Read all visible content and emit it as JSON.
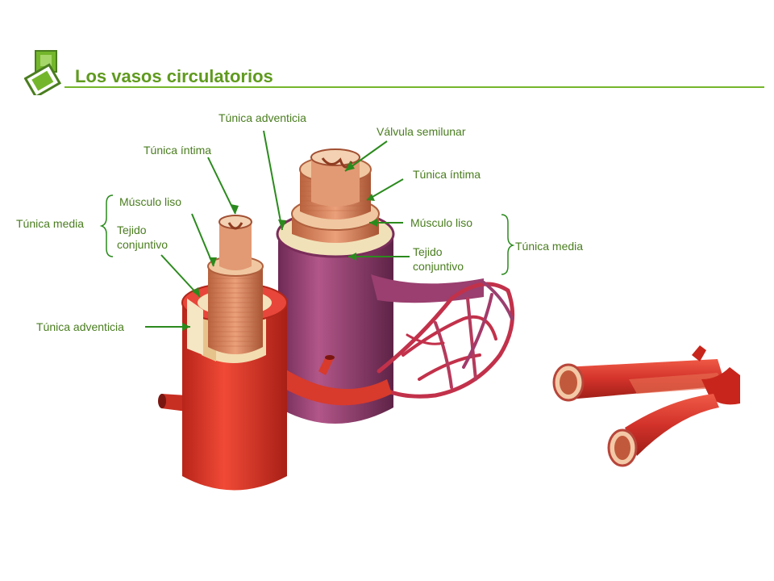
{
  "title": "Los vasos circulatorios",
  "labels": {
    "tunica_adventicia_top": "Túnica adventicia",
    "valvula_semilunar": "Válvula semilunar",
    "tunica_intima_left": "Túnica íntima",
    "tunica_intima_right": "Túnica íntima",
    "musculo_liso_left": "Músculo liso",
    "musculo_liso_right": "Músculo liso",
    "tunica_media_left": "Túnica media",
    "tunica_media_right": "Túnica media",
    "tejido_left_1": "Tejido",
    "tejido_left_2": "conjuntivo",
    "tejido_right_1": "Tejido",
    "tejido_right_2": "conjuntivo",
    "tunica_adventicia_left": "Túnica adventicia"
  },
  "colors": {
    "accent": "#74b62b",
    "label_text": "#4a7d1f",
    "artery": "#e03a2a",
    "vein": "#9a3f6f",
    "muscle": "#d9825a"
  }
}
